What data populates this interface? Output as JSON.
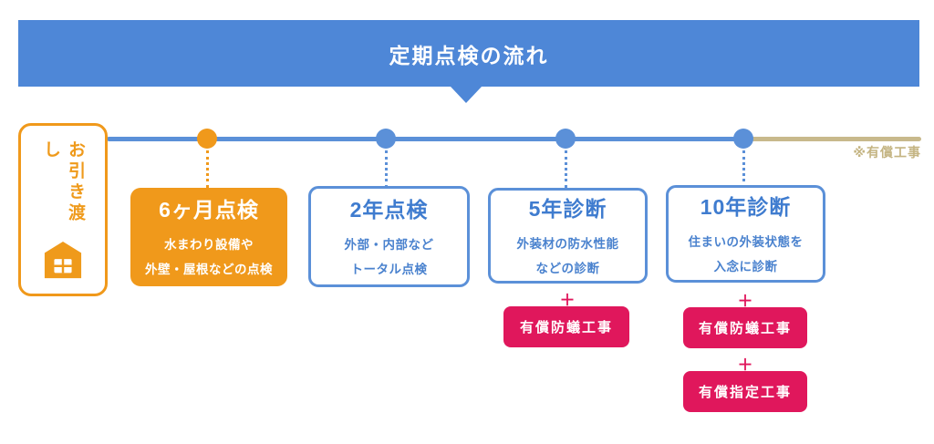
{
  "header": {
    "title": "定期点検の流れ"
  },
  "timeline": {
    "paid_note": "※有償工事",
    "colors": {
      "banner_blue": "#4e87d7",
      "line_blue": "#5b90d8",
      "line_tan": "#c8b98c",
      "accent_orange": "#f0991b",
      "accent_pink": "#e0175c",
      "text_blue": "#3f7ccf"
    }
  },
  "start": {
    "label": "お引き渡し",
    "icon": "house-icon"
  },
  "plus": "＋",
  "milestones": [
    {
      "title": "6ヶ月点検",
      "lines": [
        "水まわり設備や",
        "外壁・屋根などの点検"
      ],
      "style": "orange-filled",
      "extras": []
    },
    {
      "title": "2年点検",
      "lines": [
        "外部・内部など",
        "トータル点検"
      ],
      "style": "blue-outlined",
      "extras": []
    },
    {
      "title": "5年診断",
      "lines": [
        "外装材の防水性能",
        "などの診断"
      ],
      "style": "blue-outlined",
      "extras": [
        "有償防蟻工事"
      ]
    },
    {
      "title": "10年診断",
      "lines": [
        "住まいの外装状態を",
        "入念に診断"
      ],
      "style": "blue-outlined",
      "extras": [
        "有償防蟻工事",
        "有償指定工事"
      ]
    }
  ]
}
